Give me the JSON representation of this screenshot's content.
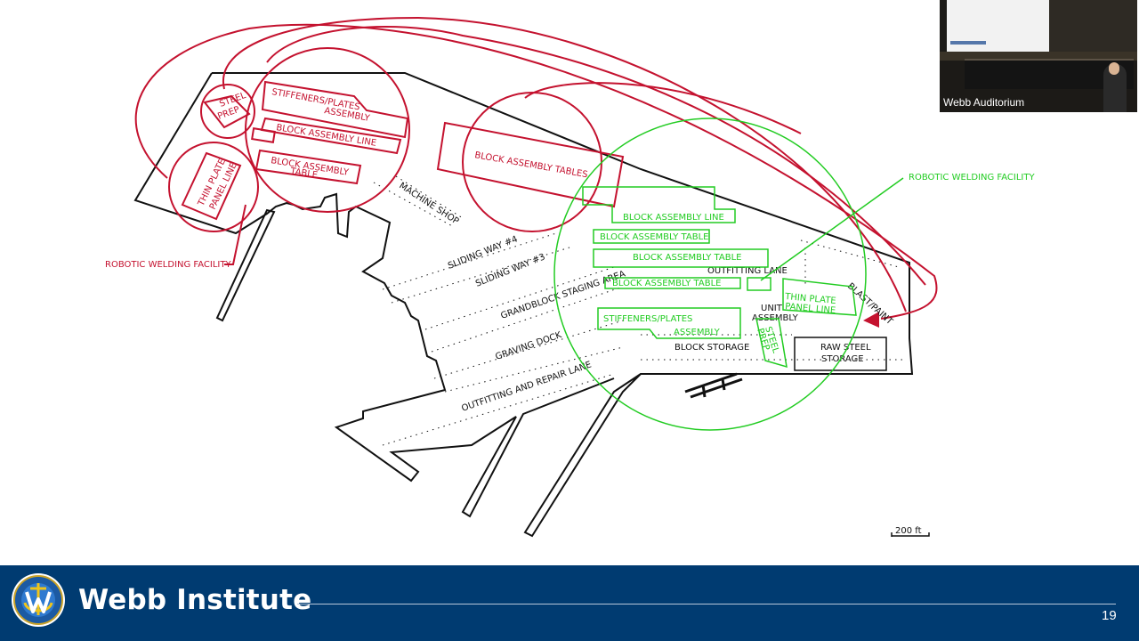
{
  "video": {
    "caption": "Webb Auditorium"
  },
  "footer": {
    "title": "Webb Institute",
    "page_number": "19"
  },
  "colors": {
    "existing": "#c4122f",
    "proposed": "#22cc22",
    "outline": "#111111",
    "footer_bg": "#003b71"
  },
  "labels": {
    "steel_prep": [
      "STEEL",
      "PREP"
    ],
    "stiffeners_plates": [
      "STIFFENERS/PLATES",
      "ASSEMBLY"
    ],
    "block_assembly_line": "BLOCK ASSEMBLY LINE",
    "block_assembly_table": [
      "BLOCK ASSEMBLY",
      "TABLE"
    ],
    "thin_plate_panel_line": [
      "THIN PLATE",
      "PANEL LINE"
    ],
    "block_assembly_tables": "BLOCK ASSEMBLY TABLES",
    "robotic_welding_facility": "ROBOTIC WELDING FACILITY",
    "machine_shop": "MACHINE SHOP",
    "sliding_way_4": "SLIDING WAY #4",
    "sliding_way_3": "SLIDING WAY #3",
    "grandblock_staging_area": "GRANDBLOCK STAGING AREA",
    "graving_dock": "GRAVING DOCK",
    "outfitting_repair_lane": "OUTFITTING AND REPAIR LANE",
    "new_block_assembly_line": "BLOCK ASSEMBLY LINE",
    "new_block_assembly_table_1": "BLOCK ASSEMBLY TABLE",
    "new_block_assembly_table_2": "BLOCK ASSEMBLY TABLE",
    "new_block_assembly_table_3": "BLOCK ASSEMBLY TABLE",
    "outfitting_lane": "OUTFITTING LANE",
    "new_thin_plate_panel_line": [
      "THIN PLATE",
      "PANEL LINE"
    ],
    "blast_paint": "BLAST/PAINT",
    "new_stiffeners_plates": [
      "STIFFENERS/PLATES",
      "ASSEMBLY"
    ],
    "unit_assembly": [
      "UNIT",
      "ASSEMBLY"
    ],
    "new_steel_prep": [
      "STEEL",
      "PREP"
    ],
    "block_storage": "BLOCK STORAGE",
    "raw_steel_storage": [
      "RAW STEEL",
      "STORAGE"
    ],
    "new_robotic_welding_facility": "ROBOTIC WELDING FACILITY",
    "scale": "200 ft"
  }
}
